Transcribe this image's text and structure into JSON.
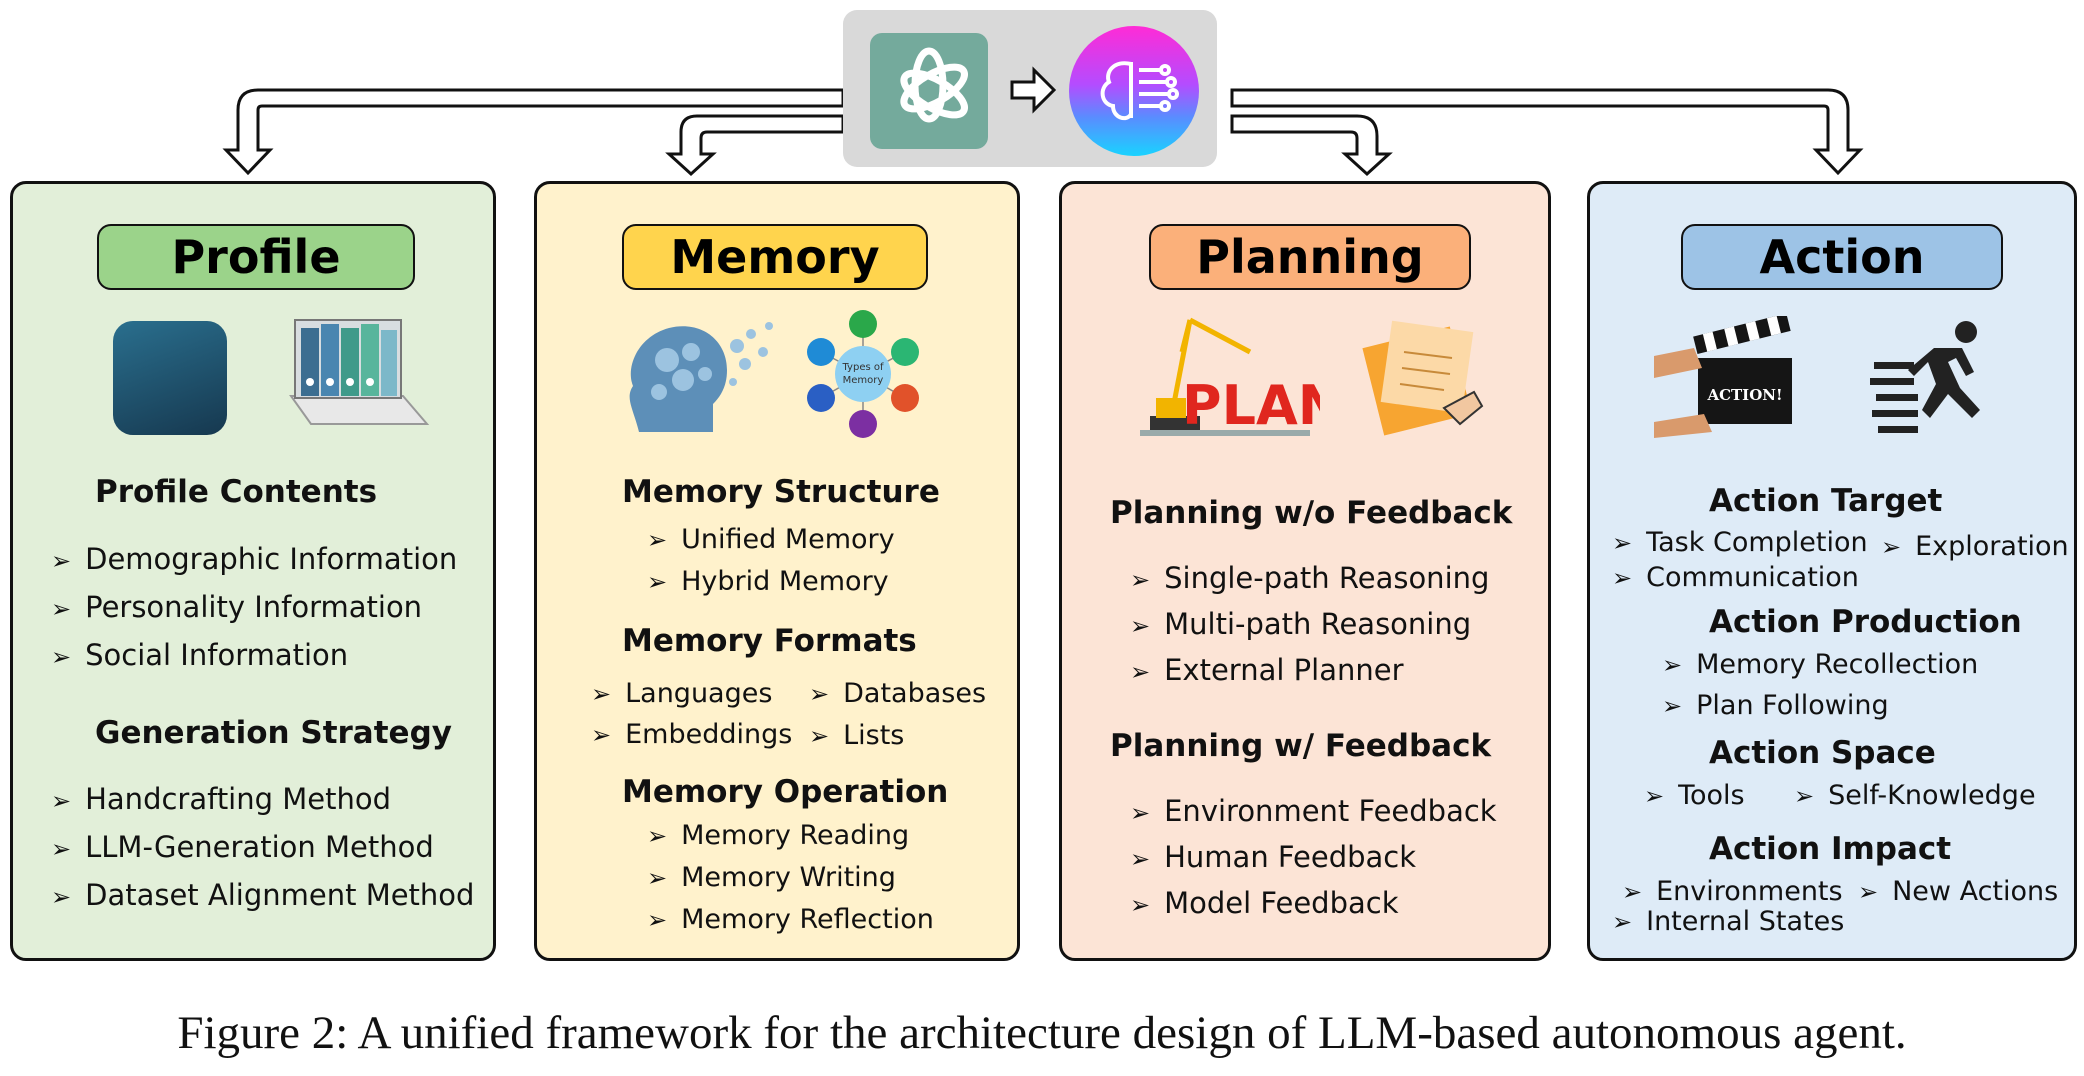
{
  "profile": {
    "title": "Profile",
    "headings": [
      "Profile Contents",
      "Generation Strategy"
    ],
    "contents": [
      "Demographic Information",
      "Personality Information",
      "Social Information"
    ],
    "strategies": [
      "Handcrafting Method",
      "LLM-Generation Method",
      "Dataset  Alignment Method"
    ]
  },
  "memory": {
    "title": "Memory",
    "headings": [
      "Memory Structure",
      "Memory Formats",
      "Memory Operation"
    ],
    "structure": [
      "Unified Memory",
      "Hybrid Memory"
    ],
    "formats": [
      "Languages",
      "Databases",
      "Embeddings",
      "Lists"
    ],
    "operations": [
      "Memory Reading",
      "Memory Writing",
      "Memory Reflection"
    ],
    "diagram_center": "Types of Memory"
  },
  "planning": {
    "title": "Planning",
    "headings": [
      "Planning w/o Feedback",
      "Planning w/ Feedback"
    ],
    "without_feedback": [
      "Single-path Reasoning",
      "Multi-path Reasoning",
      "External Planner"
    ],
    "with_feedback": [
      "Environment Feedback",
      "Human Feedback",
      "Model Feedback"
    ],
    "sign_text": "PLAN"
  },
  "action": {
    "title": "Action",
    "headings": [
      "Action Target",
      "Action Production",
      "Action Space",
      "Action Impact"
    ],
    "target": [
      "Task Completion",
      "Exploration",
      "Communication"
    ],
    "production": [
      "Memory Recollection",
      "Plan Following"
    ],
    "space": [
      "Tools",
      "Self-Knowledge"
    ],
    "impact": [
      "Environments",
      "New Actions",
      "Internal States"
    ],
    "clapper_text": "ACTION!"
  },
  "bullet_symbol": "➢",
  "caption": "Figure 2:  A unified framework for the architecture design of LLM-based autonomous agent.",
  "colors": {
    "profile_bg": "#e2efd9",
    "profile_badge": "#9bd38a",
    "memory_bg": "#fff2cc",
    "memory_badge": "#ffd44d",
    "planning_bg": "#fce4d6",
    "planning_badge": "#fbb07a",
    "action_bg": "#deebf7",
    "action_badge": "#9dc3e6",
    "hub_bg": "#d9d9d9",
    "openai_green": "#74aa9c"
  },
  "icons": [
    "openai-logo-icon",
    "arrow-right-icon",
    "ai-brain-icon",
    "app-tile-icon",
    "binders-laptop-icon",
    "head-gears-icon",
    "memory-types-diagram-icon",
    "crane-plan-icon",
    "sticky-notes-icon",
    "clapperboard-icon",
    "running-man-icon"
  ]
}
